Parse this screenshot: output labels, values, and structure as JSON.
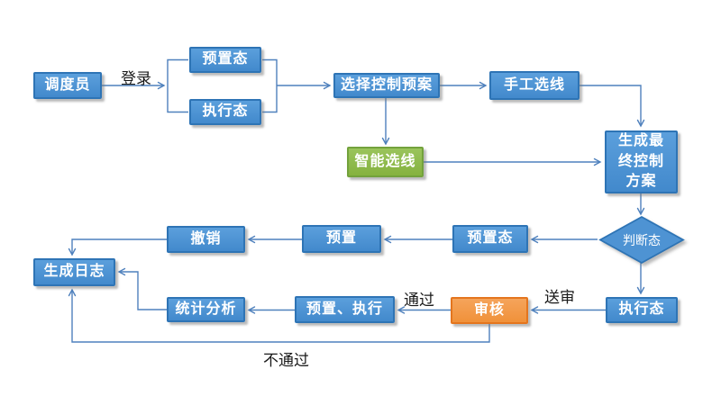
{
  "nodes": {
    "dispatcher": "调度员",
    "preset_state_top": "预置态",
    "exec_state_top": "执行态",
    "select_plan": "选择控制预案",
    "manual_select": "手工选线",
    "smart_select": "智能选线",
    "final_plan": "生成最终控制方案",
    "judge_state": "判断态",
    "preset_state_mid": "预置态",
    "preset": "预置",
    "revoke": "撤销",
    "gen_log": "生成日志",
    "stat_analysis": "统计分析",
    "preset_exec": "预置、执行",
    "review": "审核",
    "exec_state_bottom": "执行态"
  },
  "edge_labels": {
    "login": "登录",
    "pass": "通过",
    "submit": "送审",
    "reject": "不通过"
  },
  "colors": {
    "process_fill": "#4E93D3",
    "process_border": "#2E74B5",
    "smart_fill": "#8CB94A",
    "smart_border": "#73A23C",
    "review_fill": "#F29C4A",
    "review_border": "#E4751E",
    "connector": "#4F81BD",
    "node_text": "#FFFFFF",
    "label_text": "#1A1A1A"
  }
}
